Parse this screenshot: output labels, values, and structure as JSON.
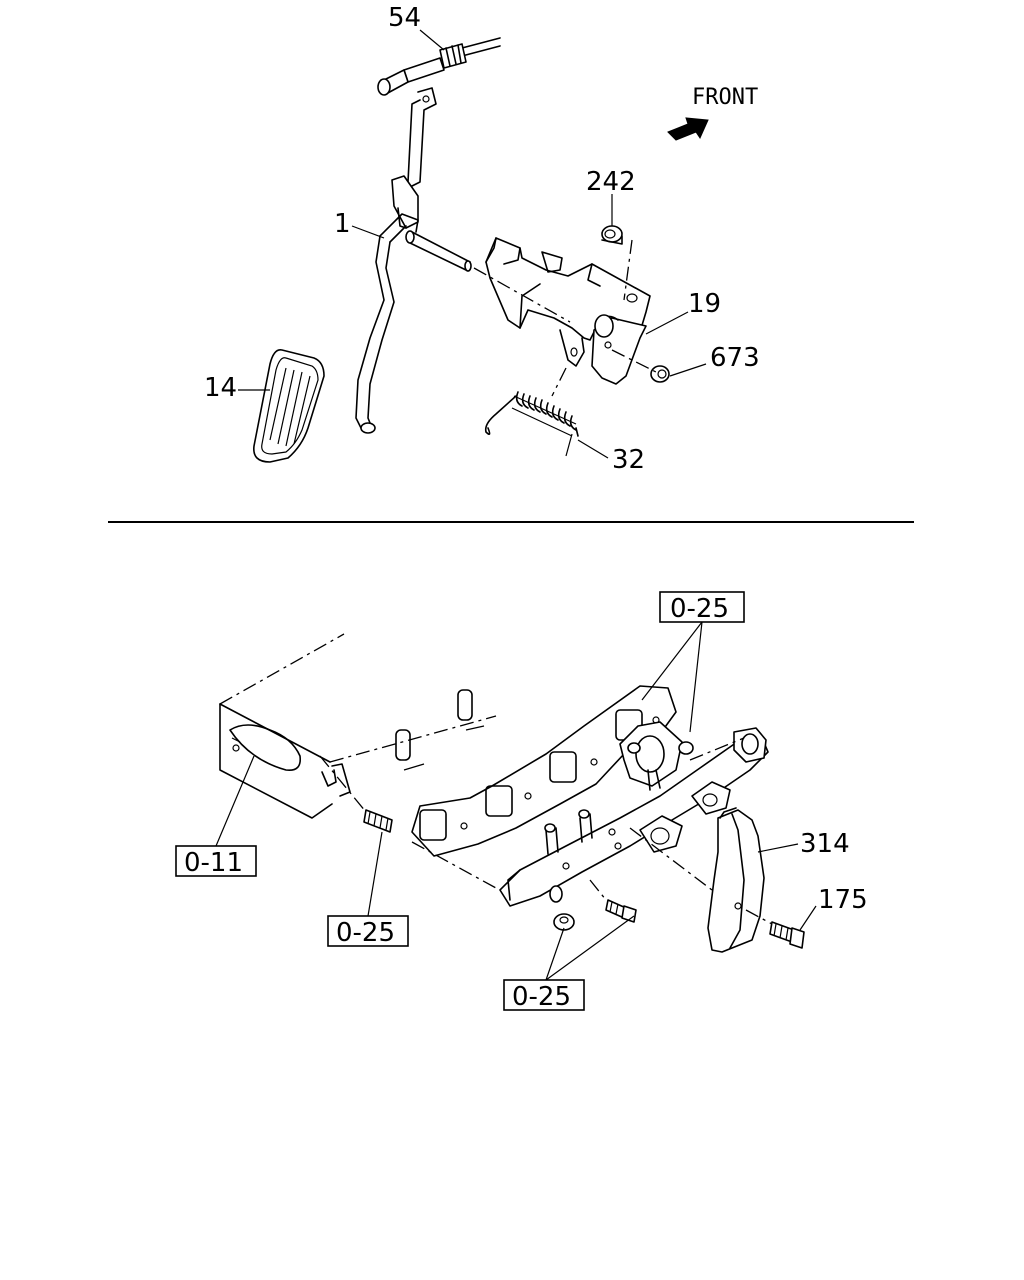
{
  "direction_label": "FRONT",
  "upper_callouts": {
    "c54": "54",
    "c1": "1",
    "c242": "242",
    "c19": "19",
    "c673": "673",
    "c14": "14",
    "c32": "32"
  },
  "lower_callouts": {
    "ref_top": "0-25",
    "ref_left": "0-11",
    "ref_stud": "0-25",
    "ref_bottom": "0-25",
    "c314": "314",
    "c175": "175"
  }
}
